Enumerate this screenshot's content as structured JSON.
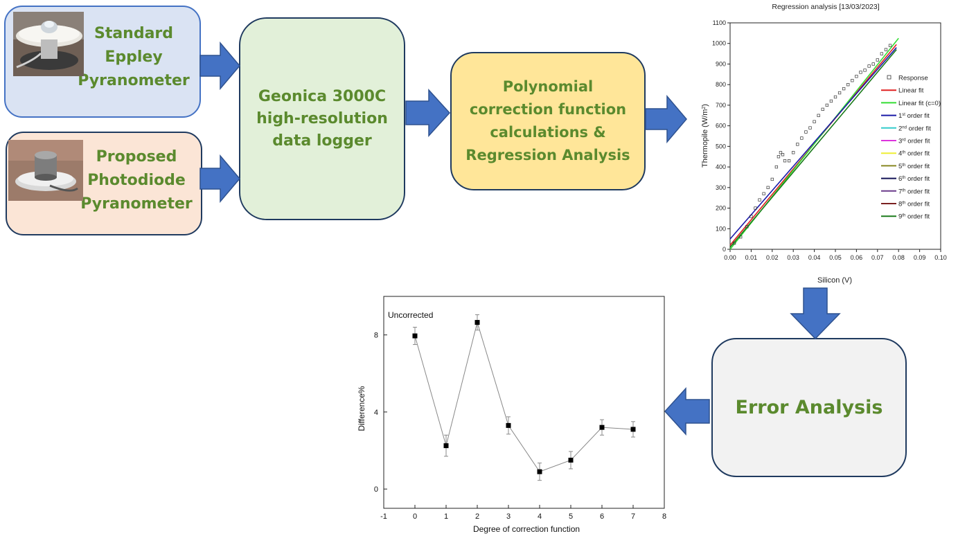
{
  "boxes": {
    "eppley": {
      "line1": "Standard",
      "line2": "Eppley",
      "line3": "Pyranometer"
    },
    "photodiode": {
      "line1": "Proposed",
      "line2": "Photodiode",
      "line3": "Pyranometer"
    },
    "logger": {
      "line1": "Geonica 3000C",
      "line2": "high-resolution",
      "line3": "data logger"
    },
    "polynomial": {
      "line1": "Polynomial",
      "line2": "correction  function",
      "line3": "calculations &",
      "line4": "Regression Analysis"
    },
    "error": {
      "label": "Error Analysis"
    }
  },
  "colors": {
    "eppley_fill": "#dae3f3",
    "eppley_border": "#4472c4",
    "photodiode_fill": "#fbe5d6",
    "logger_fill": "#e2f0d9",
    "polynomial_fill": "#ffe699",
    "error_fill": "#f2f2f2",
    "arrow": "#4472c4",
    "text_green": "#5b8a2e"
  },
  "chart_data": [
    {
      "type": "scatter",
      "title": "Regression analysis [13/03/2023]",
      "xlabel": "Silicon (V)",
      "ylabel": "Thermopile (W/m²)",
      "xlim": [
        0,
        0.1
      ],
      "ylim": [
        0,
        1100
      ],
      "xticks": [
        "0.00",
        "0.01",
        "0.02",
        "0.03",
        "0.04",
        "0.05",
        "0.06",
        "0.07",
        "0.08",
        "0.09",
        "0.10"
      ],
      "yticks": [
        "0",
        "100",
        "200",
        "300",
        "400",
        "500",
        "600",
        "700",
        "800",
        "900",
        "1000",
        "1100"
      ],
      "legend_position": "right",
      "legend": [
        {
          "label": "Response",
          "sup": "",
          "suffix": "",
          "color": "#333333",
          "marker": "square-open"
        },
        {
          "label": "Linear fit",
          "sup": "",
          "suffix": "",
          "color": "#e02020"
        },
        {
          "label": "Linear fit (c=0)",
          "sup": "",
          "suffix": "",
          "color": "#33dd33"
        },
        {
          "label": "1",
          "sup": "st",
          "suffix": " order fit",
          "color": "#1a1aa8"
        },
        {
          "label": "2",
          "sup": "nd",
          "suffix": " order fit",
          "color": "#33cccc"
        },
        {
          "label": "3",
          "sup": "rd",
          "suffix": " order fit",
          "color": "#dd33dd"
        },
        {
          "label": "4",
          "sup": "th",
          "suffix": " order fit",
          "color": "#eeee33"
        },
        {
          "label": "5",
          "sup": "th",
          "suffix": " order fit",
          "color": "#888822"
        },
        {
          "label": "6",
          "sup": "th",
          "suffix": " order fit",
          "color": "#111155"
        },
        {
          "label": "7",
          "sup": "th",
          "suffix": " order fit",
          "color": "#6a3a8a"
        },
        {
          "label": "8",
          "sup": "th",
          "suffix": " order fit",
          "color": "#7a2020"
        },
        {
          "label": "9",
          "sup": "th",
          "suffix": " order fit",
          "color": "#1a7a1a"
        }
      ],
      "series": [
        {
          "name": "Response",
          "x": [
            0.002,
            0.005,
            0.008,
            0.01,
            0.012,
            0.014,
            0.016,
            0.018,
            0.02,
            0.022,
            0.023,
            0.024,
            0.025,
            0.026,
            0.028,
            0.03,
            0.032,
            0.034,
            0.036,
            0.038,
            0.04,
            0.042,
            0.044,
            0.046,
            0.048,
            0.05,
            0.052,
            0.054,
            0.056,
            0.058,
            0.06,
            0.062,
            0.064,
            0.066,
            0.068,
            0.07,
            0.072,
            0.074,
            0.076
          ],
          "y": [
            30,
            60,
            110,
            160,
            200,
            240,
            270,
            300,
            340,
            400,
            450,
            470,
            460,
            430,
            430,
            470,
            510,
            540,
            570,
            590,
            620,
            650,
            680,
            700,
            720,
            740,
            760,
            780,
            800,
            820,
            840,
            860,
            870,
            890,
            900,
            920,
            950,
            970,
            990
          ]
        },
        {
          "name": "Linear fit",
          "x": [
            0,
            0.079
          ],
          "y": [
            20,
            995
          ]
        },
        {
          "name": "Linear fit (c=0)",
          "x": [
            0,
            0.08
          ],
          "y": [
            0,
            1025
          ]
        },
        {
          "name": "1st order fit",
          "x": [
            0,
            0.079
          ],
          "y": [
            50,
            980
          ]
        },
        {
          "name": "9th order fit",
          "x": [
            0,
            0.079
          ],
          "y": [
            10,
            970
          ]
        }
      ]
    },
    {
      "type": "line",
      "title": "",
      "annotation": "Uncorrected",
      "xlabel": "Degree of correction function",
      "ylabel": "Difference%",
      "xlim": [
        -1,
        8
      ],
      "ylim": [
        -1,
        10
      ],
      "xticks": [
        "-1",
        "0",
        "1",
        "2",
        "3",
        "4",
        "5",
        "6",
        "7",
        "8"
      ],
      "yticks": [
        "0",
        "4",
        "8"
      ],
      "x": [
        0,
        1,
        2,
        3,
        4,
        5,
        6,
        7
      ],
      "y": [
        7.95,
        2.25,
        8.65,
        3.3,
        0.9,
        1.5,
        3.2,
        3.1
      ],
      "error": [
        0.45,
        0.55,
        0.4,
        0.45,
        0.45,
        0.45,
        0.4,
        0.4
      ]
    }
  ]
}
